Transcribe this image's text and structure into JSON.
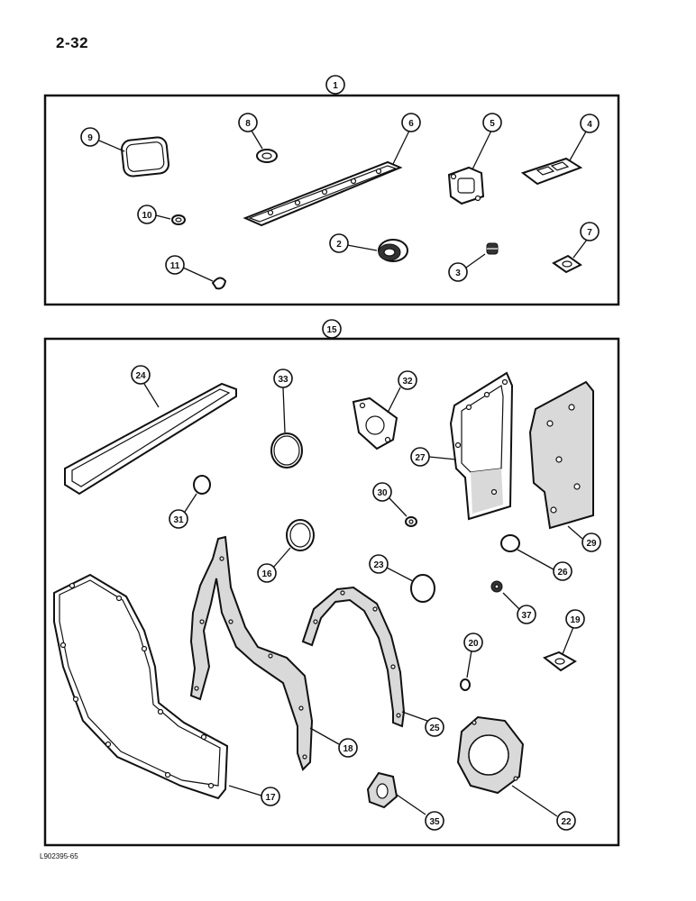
{
  "page_number": "2-32",
  "footer_code": "L902395-65",
  "callouts": {
    "c1": "1",
    "c2": "2",
    "c3": "3",
    "c4": "4",
    "c5": "5",
    "c6": "6",
    "c7": "7",
    "c8": "8",
    "c9": "9",
    "c10": "10",
    "c11": "11",
    "c15": "15",
    "c16": "16",
    "c17": "17",
    "c18": "18",
    "c19": "19",
    "c20": "20",
    "c22": "22",
    "c23": "23",
    "c24": "24",
    "c25": "25",
    "c26": "26",
    "c27": "27",
    "c29": "29",
    "c30": "30",
    "c31": "31",
    "c32": "32",
    "c33": "33",
    "c35": "35",
    "c37": "37"
  }
}
